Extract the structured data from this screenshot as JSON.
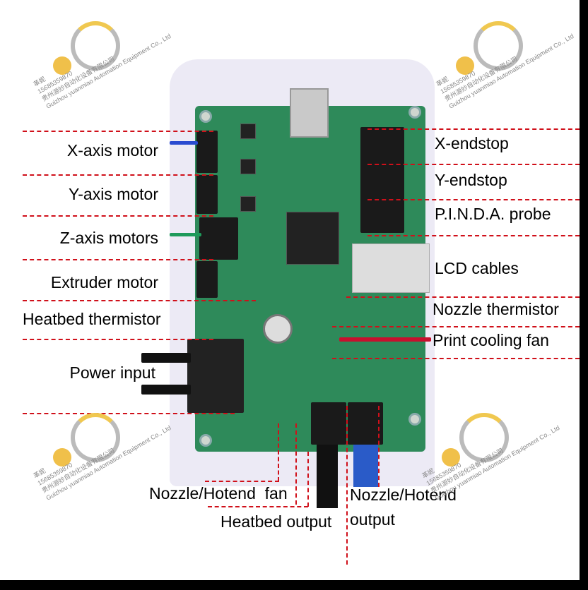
{
  "left_labels": {
    "x_axis_motor": "X-axis motor",
    "y_axis_motor": "Y-axis motor",
    "z_axis_motors": "Z-axis motors",
    "extruder_motor": "Extruder motor",
    "heatbed_thermistor": "Heatbed thermistor",
    "power_input": "Power input"
  },
  "right_labels": {
    "x_endstop": "X-endstop",
    "y_endstop": "Y-endstop",
    "pinda_probe": "P.I.N.D.A. probe",
    "lcd_cables": "LCD cables",
    "nozzle_thermistor": "Nozzle thermistor",
    "print_cooling_fan": "Print cooling fan"
  },
  "bottom_labels": {
    "nozzle_hotend_fan": "Nozzle/Hotend  fan",
    "heatbed_output": "Heatbed output",
    "nozzle_hotend_output_1": "Nozzle/Hotend",
    "nozzle_hotend_output_2": "output"
  },
  "watermark": {
    "line1": "革妮",
    "line2": "15685359870",
    "line3": "贵州源妙自动化设备有限公司",
    "line4": "Guizhou yuanmiao Automation Equipment Co., Ltd"
  },
  "colors": {
    "dash": "#d0101a",
    "pcb": "#2e8a5a"
  }
}
